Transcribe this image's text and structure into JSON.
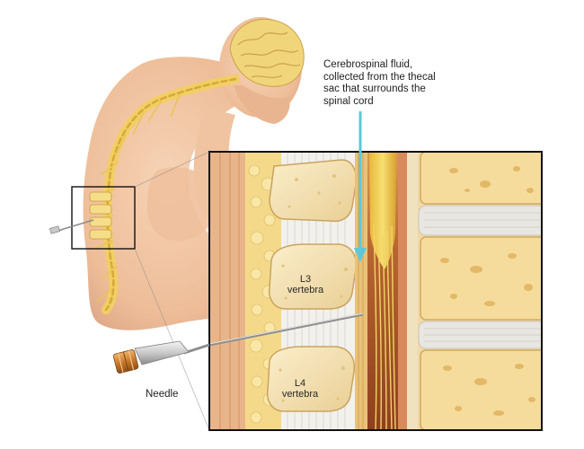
{
  "labels": {
    "csf_lines": [
      "Cerebrospinal fluid,",
      "collected from the thecal",
      "sac that surrounds the",
      "spinal cord"
    ],
    "l3": [
      "L3",
      "vertebra"
    ],
    "l4": [
      "L4",
      "vertebra"
    ],
    "needle": "Needle"
  },
  "colors": {
    "skin": "#f2c8a6",
    "skin_shadow": "#d9a283",
    "spinal_cord": "#f0d060",
    "vertebra": "#f5e6bd",
    "csf": "#a0502a",
    "arrow": "#5ec8da",
    "needle_hub": "#d08a3c",
    "frame": "#111111"
  },
  "icons": {
    "arrow": "down-arrow-icon",
    "needle": "needle-icon"
  }
}
